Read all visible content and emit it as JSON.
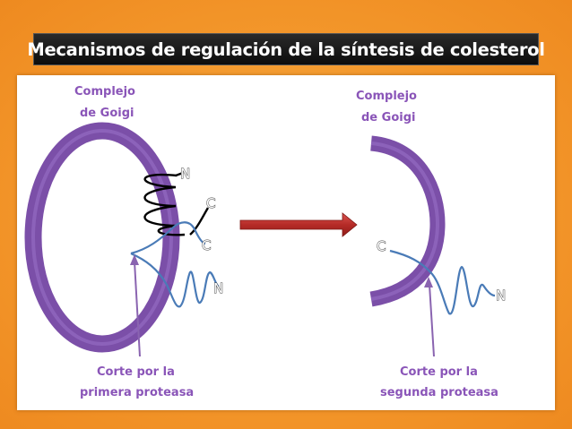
{
  "title": "Mecanismos de regulación de la síntesis de colesterol",
  "left": {
    "golgi_label_line1": "Complejo",
    "golgi_label_line2": "de Goigi",
    "letters": [
      "N",
      "C",
      "C",
      "N"
    ],
    "cut_label_line1": "Corte por la",
    "cut_label_line2": "primera  proteasa"
  },
  "right": {
    "golgi_label_line1": "Complejo",
    "golgi_label_line2": "de Goigi",
    "letters": [
      "C",
      "N"
    ],
    "cut_label_line1": "Corte por la",
    "cut_label_line2": "segunda  proteasa"
  },
  "colors": {
    "frame": "#f39a2c",
    "title_bar": "#111111",
    "golgi": "#7b4fa8",
    "arrow": "#c0392b",
    "protein_line": "#4a7bb7",
    "helix": "#000000"
  }
}
